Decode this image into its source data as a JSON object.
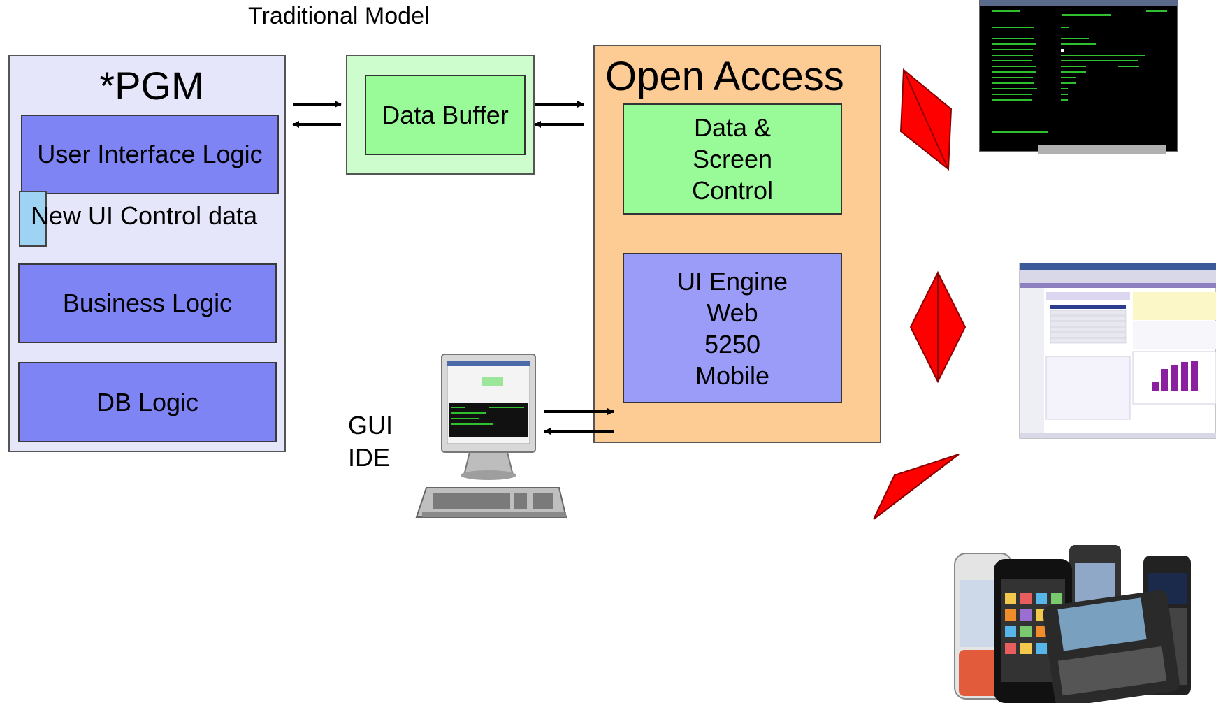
{
  "header": {
    "title": "Traditional Model"
  },
  "program": {
    "title": "*PGM",
    "ui_logic": "User Interface Logic",
    "new_ui_control": "New UI Control data",
    "business_logic": "Business Logic",
    "db_logic": "DB Logic"
  },
  "buffer": {
    "label": "Data Buffer"
  },
  "open_access": {
    "title": "Open Access",
    "data_screen": [
      "Data &",
      "Screen",
      "Control"
    ],
    "ui_engine": [
      "UI Engine",
      "Web",
      "5250",
      "Mobile"
    ]
  },
  "gui_ide": [
    "GUI",
    "IDE"
  ],
  "colors": {
    "pgm_bg": "#e6e6fa",
    "logic_blue": "#7f84f5",
    "green": "#98fb98",
    "light_green": "#cdfccd",
    "orange": "#fdcb94",
    "engine_blue": "#9a9cf7",
    "diamond_red": "#ff0000"
  },
  "icons": [
    "green-screen-terminal-icon",
    "web-dashboard-screenshot-icon",
    "mobile-phones-icon",
    "computer-workstation-icon"
  ]
}
